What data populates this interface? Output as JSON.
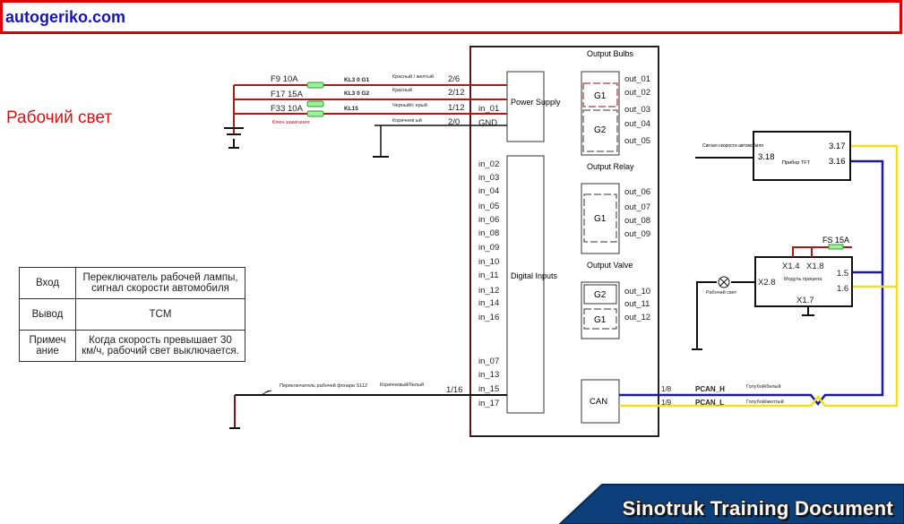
{
  "header": {
    "site": "autogeriko.com"
  },
  "page_title": "Рабочий свет",
  "power_feed": {
    "fuses": [
      "F9 10A",
      "F17 15A",
      "F33 10A"
    ],
    "relays": [
      "KL3 0 G1",
      "KL3 0 G2",
      "KL15"
    ],
    "wire_colors": [
      "Красный / желтый",
      "Красный",
      "Черный/с ерый",
      "Коричнев ый"
    ],
    "pins": [
      "2/6",
      "2/12",
      "1/12",
      "2/0"
    ],
    "ignition_label": "Ключ зажигания"
  },
  "ecu": {
    "power_supply": "Power Supply",
    "power_pins": [
      "in_01",
      "GND"
    ],
    "digital_inputs": "Digital Inputs",
    "inputs_upper": [
      "in_02",
      "in_03",
      "in_04",
      "in_05",
      "in_06",
      "in_08",
      "in_09",
      "in_10",
      "in_11",
      "in_12",
      "in_14",
      "in_16"
    ],
    "inputs_lower": [
      "in_07",
      "in_13",
      "in_15",
      "in_17"
    ],
    "output_bulbs": {
      "title": "Output Bulbs",
      "groups": [
        "G1",
        "G2"
      ],
      "outs": [
        "out_01",
        "out_02",
        "out_03",
        "out_04",
        "out_05"
      ]
    },
    "output_relay": {
      "title": "Output Relay",
      "groups": [
        "G1"
      ],
      "outs": [
        "out_06",
        "out_07",
        "out_08",
        "out_09"
      ]
    },
    "output_valve": {
      "title": "Output Valve",
      "groups": [
        "G2",
        "G1"
      ],
      "outs": [
        "out_10",
        "out_11",
        "out_12"
      ]
    },
    "can": "CAN"
  },
  "switch": {
    "label": "Переключатель рабочей фонари S112",
    "wire_color": "Коричневый/белый",
    "pin": "1/16"
  },
  "can_bus": {
    "pins": [
      "1/8",
      "1/9"
    ],
    "signals": [
      "PCAN_H",
      "PCAN_L"
    ],
    "wire_colors": [
      "Голубой/белый",
      "Голубой/желтый"
    ],
    "high_color": "#1a1aa0",
    "low_color": "#f0e020"
  },
  "tft": {
    "label": "Прибор TFT",
    "pins": [
      "3.17",
      "3.16",
      "3.18"
    ],
    "speed_signal": "Сигнал скорости автомобиля"
  },
  "trailer_module": {
    "label": "Модуль прицепа",
    "pins": [
      "X1.4",
      "X1.8",
      "1.5",
      "1.6",
      "X2.8",
      "X1.7"
    ],
    "fuse": "FS 15A",
    "lamp_label": "Рабочий свет"
  },
  "info_table": [
    {
      "key": "Вход",
      "value": "Переключатель рабочей лампы, сигнал скорости автомобиля"
    },
    {
      "key": "Вывод",
      "value": "TCM"
    },
    {
      "key": "Примеч ание",
      "value": "Когда скорость превышает 30 км/ч, рабочий свет выключается."
    }
  ],
  "banner": {
    "text": "Sinotruk Training Document",
    "color": "#0d3f7a"
  }
}
